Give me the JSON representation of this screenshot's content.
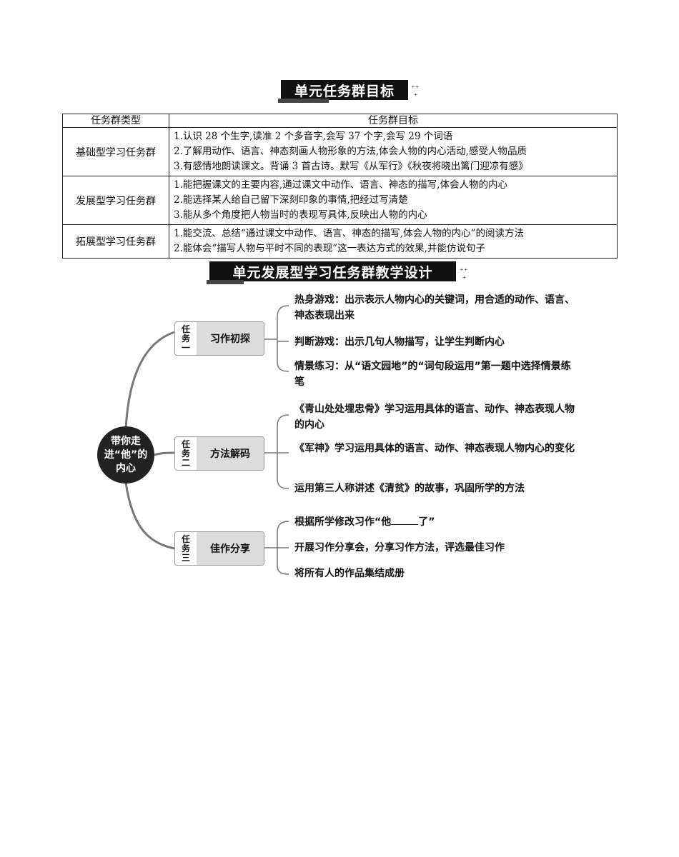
{
  "title1": "单元任务群目标",
  "title2": "单元发展型学习任务群教学设计",
  "table": {
    "headers": [
      "任务群类型",
      "任务群目标"
    ],
    "rows": [
      {
        "type": "基础型学习任务群",
        "lines": [
          "1.认识 28 个生字,读准 2 个多音字,会写 37 个字,会写 29 个词语",
          "2.了解用动作、语言、神态刻画人物形象的方法,体会人物的内心活动,感受人物品质",
          "3.有感情地朗读课文。背诵 3 首古诗。默写《从军行》《秋夜将晓出篱门迎凉有感》"
        ]
      },
      {
        "type": "发展型学习任务群",
        "lines": [
          "1.能把握课文的主要内容,通过课文中动作、语言、神态的描写,体会人物的内心",
          "2.能选择某人给自己留下深刻印象的事情,把经过写清楚",
          "3.能从多个角度把人物当时的表现写具体,反映出人物的内心"
        ]
      },
      {
        "type": "拓展型学习任务群",
        "lines": [
          "1.能交流、总结“通过课文中动作、语言、神态的描写,体会人物的内心”的阅读方法",
          "2.能体会“描写人物与平时不同的表现”这一表达方式的效果,并能仿说句子"
        ]
      }
    ]
  },
  "mindmap": {
    "center": "带你走进“他”的内心",
    "tasks": [
      {
        "tag": [
          "任",
          "务",
          "一"
        ],
        "name": "习作初探",
        "items": [
          "热身游戏：出示表示人物内心的关键词，用合适的动作、语言、神态表现出来",
          "判断游戏：出示几句人物描写，让学生判断内心",
          "情景练习：从“语文园地”的“词句段运用”第一题中选择情景练笔"
        ]
      },
      {
        "tag": [
          "任",
          "务",
          "二"
        ],
        "name": "方法解码",
        "items": [
          "《青山处处埋忠骨》学习运用具体的语言、动作、神态表现人物的内心",
          "《军神》学习运用具体的语言、动作、神态表现人物内心的变化",
          "运用第三人称讲述《清贫》的故事，巩固所学的方法"
        ]
      },
      {
        "tag": [
          "任",
          "务",
          "三"
        ],
        "name": "佳作分享",
        "items_pre": "根据所学修改习作“他",
        "items_post": "了”",
        "items": [
          "开展习作分享会，分享习作方法，评选最佳习作",
          "将所有人的作品集结成册"
        ]
      }
    ]
  }
}
